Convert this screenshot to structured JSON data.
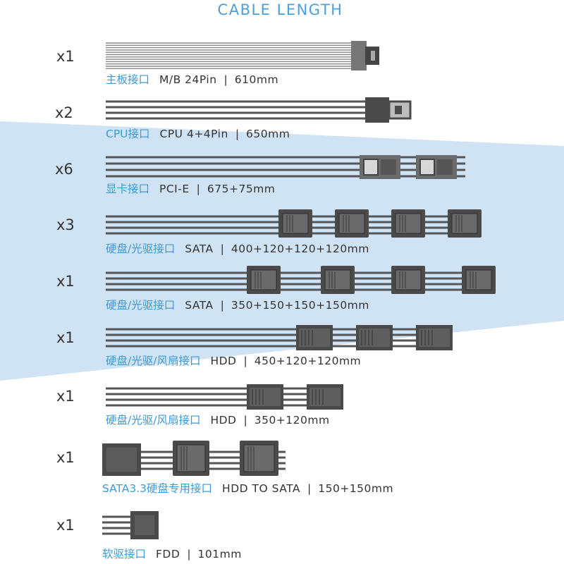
{
  "title": "CABLE LENGTH",
  "colors": {
    "accent": "#4d9fd8",
    "band": "#cfe3f4",
    "cable": "#555555",
    "connector": "#4a4a4a"
  },
  "cables": [
    {
      "qty": "x1",
      "cn": "主板接口",
      "spec": "M/B 24Pin",
      "length": "610mm",
      "type": "atx24"
    },
    {
      "qty": "x2",
      "cn": "CPU接口",
      "spec": "CPU 4+4Pin",
      "length": "650mm",
      "type": "cpu"
    },
    {
      "qty": "x6",
      "cn": "显卡接口",
      "spec": "PCI-E",
      "length": "675+75mm",
      "type": "pcie"
    },
    {
      "qty": "x3",
      "cn": "硬盘/光驱接口",
      "spec": "SATA",
      "length": "400+120+120+120mm",
      "type": "sata4"
    },
    {
      "qty": "x1",
      "cn": "硬盘/光驱接口",
      "spec": "SATA",
      "length": "350+150+150+150mm",
      "type": "sata4b"
    },
    {
      "qty": "x1",
      "cn": "硬盘/光驱/风扇接口",
      "spec": "HDD",
      "length": "450+120+120mm",
      "type": "hdd3"
    },
    {
      "qty": "x1",
      "cn": "硬盘/光驱/风扇接口",
      "spec": "HDD",
      "length": "350+120mm",
      "type": "hdd2"
    },
    {
      "qty": "x1",
      "cn": "SATA3.3硬盘专用接口",
      "spec": "HDD TO SATA",
      "length": "150+150mm",
      "type": "hddsata"
    },
    {
      "qty": "x1",
      "cn": "软驱接口",
      "spec": "FDD",
      "length": "101mm",
      "type": "fdd"
    }
  ]
}
